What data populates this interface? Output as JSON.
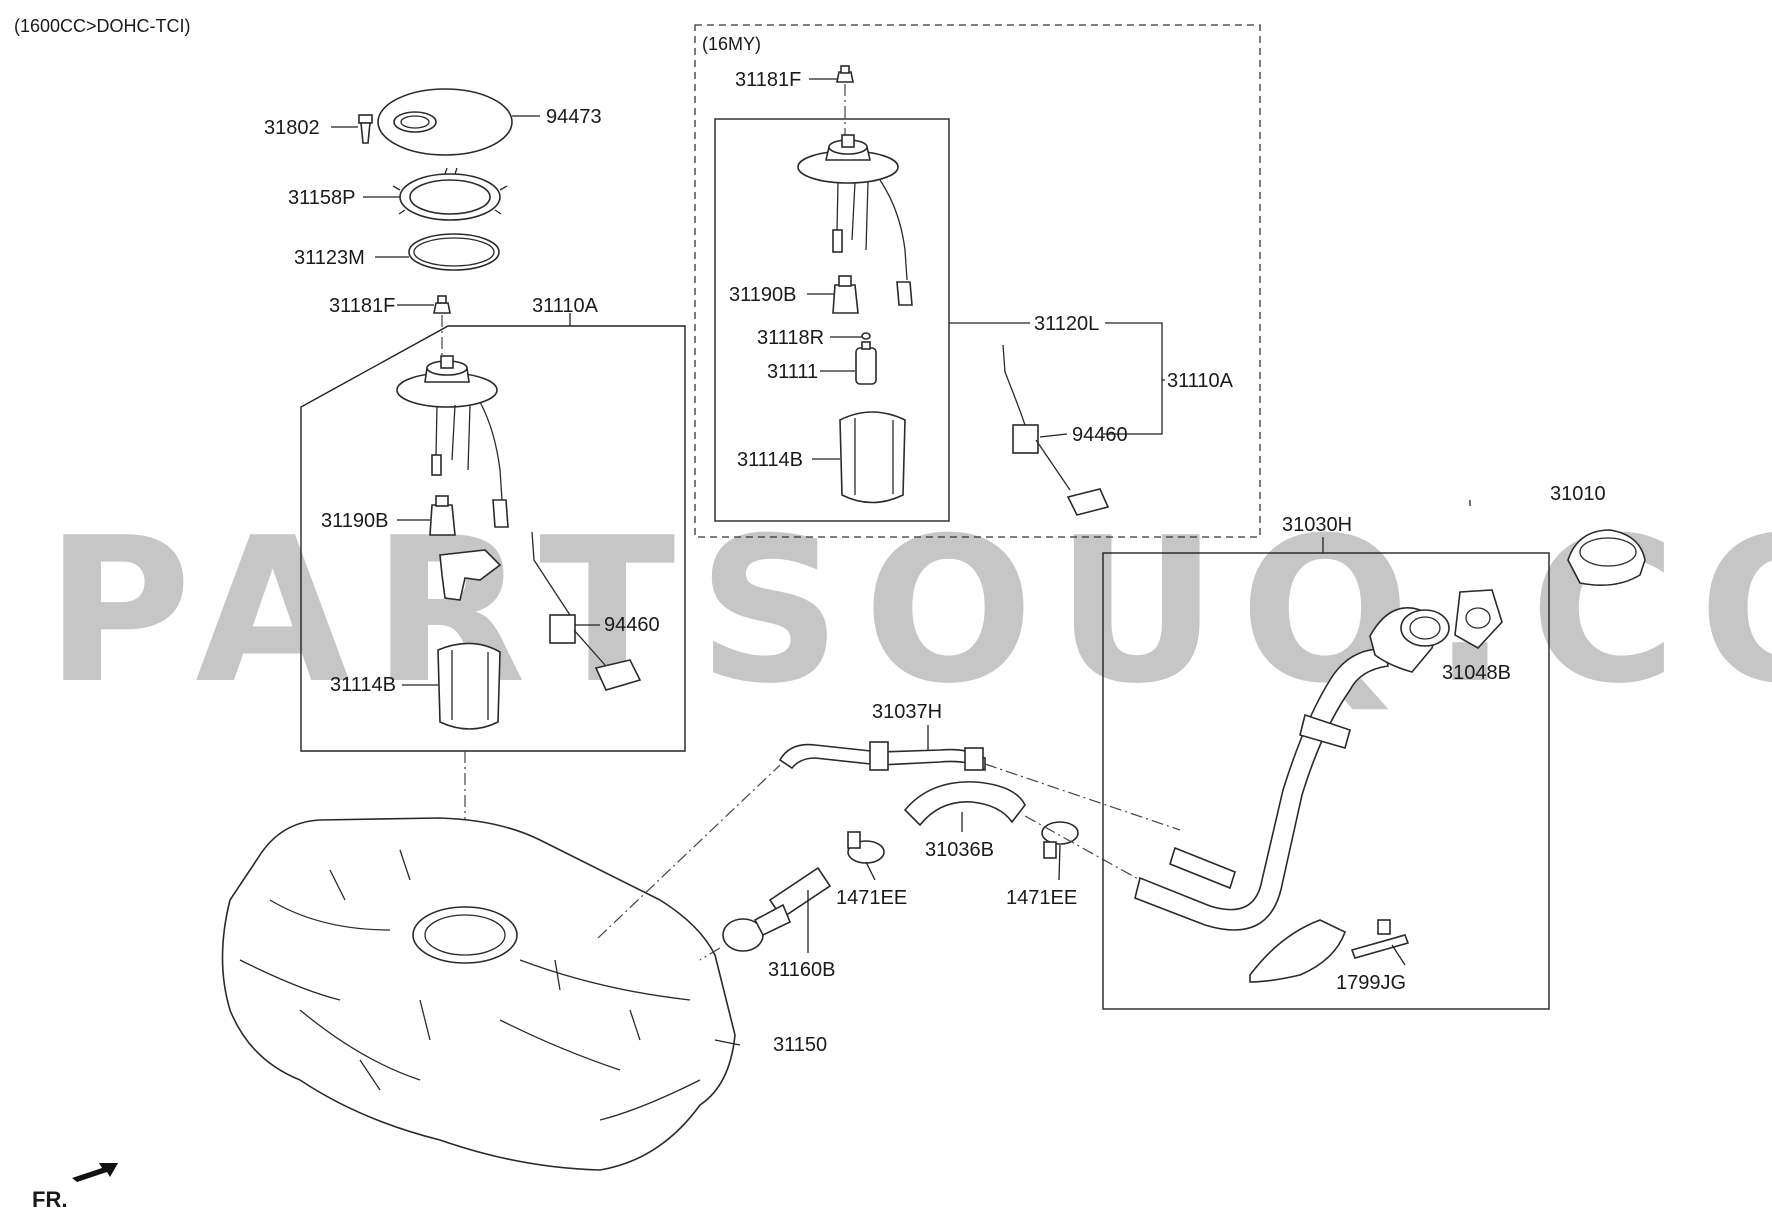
{
  "header": {
    "engine_spec": "(1600CC>DOHC-TCI)",
    "variant_16my": "(16MY)"
  },
  "watermark": "PARTSOUQ.COM",
  "footer": {
    "front_marker": "FR."
  },
  "callouts": {
    "p31802": "31802",
    "p94473": "94473",
    "p31158P": "31158P",
    "p31123M": "31123M",
    "p31181F_left": "31181F",
    "p31110A_left": "31110A",
    "p31190B_left": "31190B",
    "p94460_left": "94460",
    "p31114B_left": "31114B",
    "p31181F_16my": "31181F",
    "p31190B_16my": "31190B",
    "p31118R": "31118R",
    "p31111": "31111",
    "p31114B_16my": "31114B",
    "p31120L": "31120L",
    "p31110A_16my": "31110A",
    "p94460_16my": "94460",
    "p31030H": "31030H",
    "p31010": "31010",
    "p31048B": "31048B",
    "p31037H": "31037H",
    "p31036B": "31036B",
    "p1471EE_a": "1471EE",
    "p1471EE_b": "1471EE",
    "p31160B": "31160B",
    "p1799JG": "1799JG",
    "p31150": "31150"
  },
  "colors": {
    "line": "#2a2a2a",
    "watermark": "#c6c6c6",
    "background": "#ffffff"
  }
}
